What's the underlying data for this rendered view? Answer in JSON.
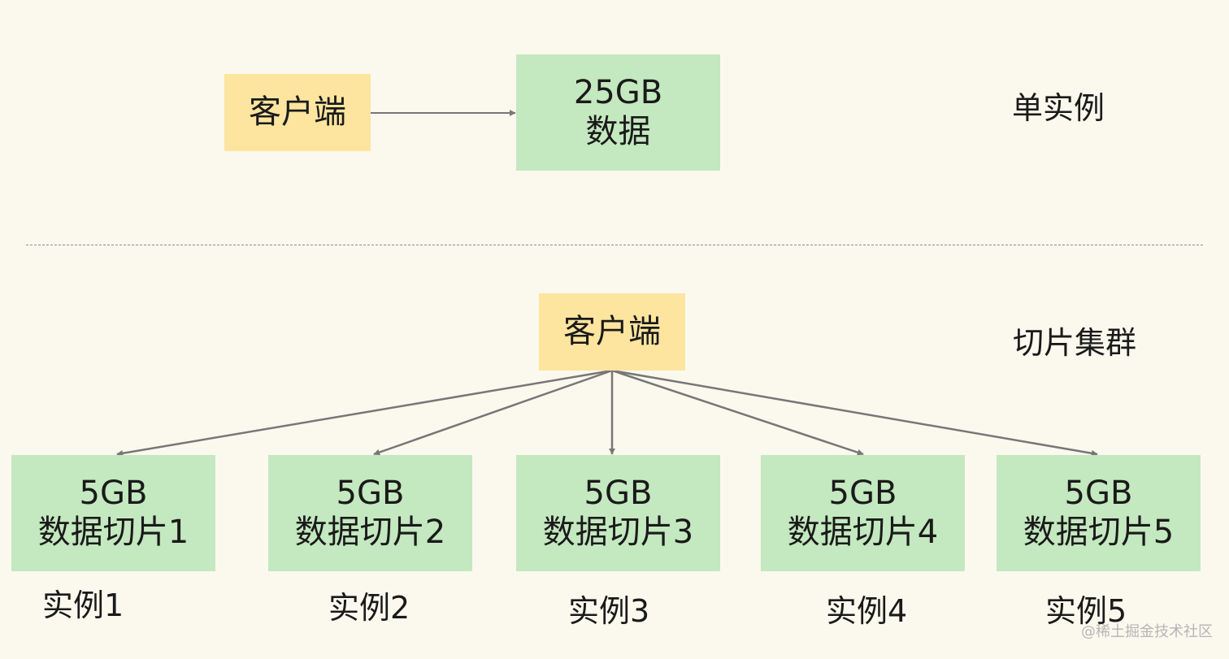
{
  "single": {
    "client": "客户端",
    "data_line1": "25GB",
    "data_line2": "数据",
    "title": "单实例"
  },
  "cluster": {
    "client": "客户端",
    "title": "切片集群",
    "shards": [
      {
        "size": "5GB",
        "name": "数据切片1",
        "instance": "实例1"
      },
      {
        "size": "5GB",
        "name": "数据切片2",
        "instance": "实例2"
      },
      {
        "size": "5GB",
        "name": "数据切片3",
        "instance": "实例3"
      },
      {
        "size": "5GB",
        "name": "数据切片4",
        "instance": "实例4"
      },
      {
        "size": "5GB",
        "name": "数据切片5",
        "instance": "实例5"
      }
    ]
  },
  "watermark": "@稀土掘金技术社区",
  "colors": {
    "client_fill": "#fde59f",
    "data_fill": "#c4e8bf",
    "arrow": "#777777",
    "background": "#fbf9ee"
  }
}
